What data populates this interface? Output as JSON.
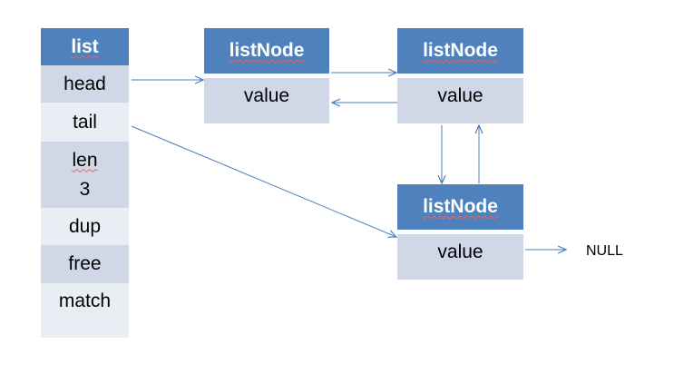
{
  "list": {
    "header": "list",
    "fields": [
      "head",
      "tail",
      "len",
      "3",
      "dup",
      "free",
      "match"
    ]
  },
  "nodes": [
    {
      "header": "listNode",
      "value": "value"
    },
    {
      "header": "listNode",
      "value": "value"
    },
    {
      "header": "listNode",
      "value": "value"
    }
  ],
  "null_label": "NULL",
  "colors": {
    "header": "#4f81bd",
    "cell_dark": "#d0d8e8",
    "cell_light": "#e9edf4",
    "arrow": "#4f7fbf"
  }
}
